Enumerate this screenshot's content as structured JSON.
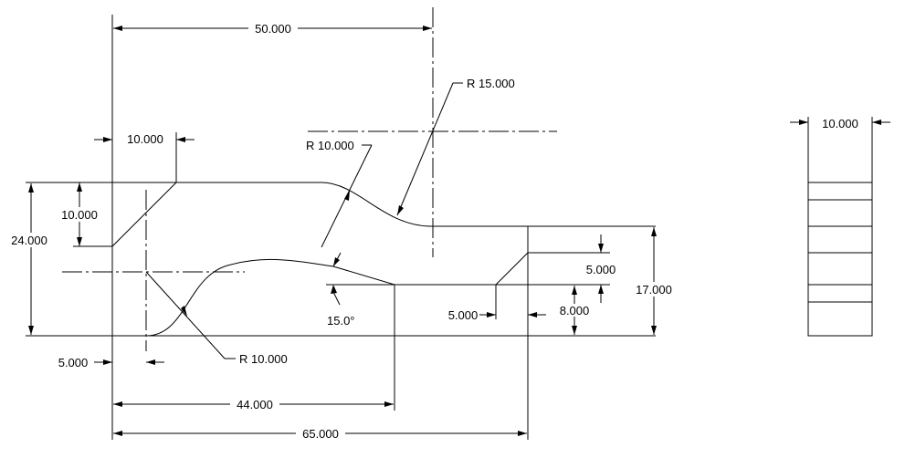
{
  "colors": {
    "background": "#ffffff",
    "line": "#000000"
  },
  "dimensions": {
    "overall_top": "50.000",
    "chamfer_width": "10.000",
    "chamfer_height": "10.000",
    "total_height": "24.000",
    "radius_large": "R 15.000",
    "radius_upper": "R 10.000",
    "radius_lower": "R 10.000",
    "angle": "15.0°",
    "offset_left": "5.000",
    "length_44": "44.000",
    "length_65": "65.000",
    "step_5_horizontal": "5.000",
    "step_5_vertical": "5.000",
    "step_8": "8.000",
    "right_height": "17.000",
    "thickness": "10.000"
  }
}
